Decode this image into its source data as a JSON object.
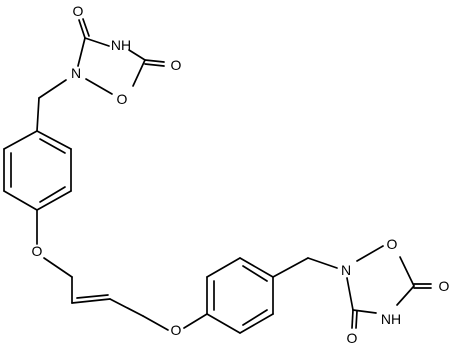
{
  "molecule": {
    "atom_labels": {
      "o_carbonyl_top_left": "O",
      "nh_top": "NH",
      "o_carbonyl_top_right": "O",
      "n_top_ring": "N",
      "o_top_ring": "O",
      "o_ether_left": "O",
      "o_ether_right": "O",
      "n_bottom_ring": "N",
      "o_bottom_ring": "O",
      "o_carbonyl_bottom_right": "O",
      "nh_bottom": "NH",
      "o_carbonyl_bottom_left": "O"
    },
    "colors": {
      "bond": "#000000",
      "label": "#000000",
      "background": "#ffffff"
    }
  }
}
